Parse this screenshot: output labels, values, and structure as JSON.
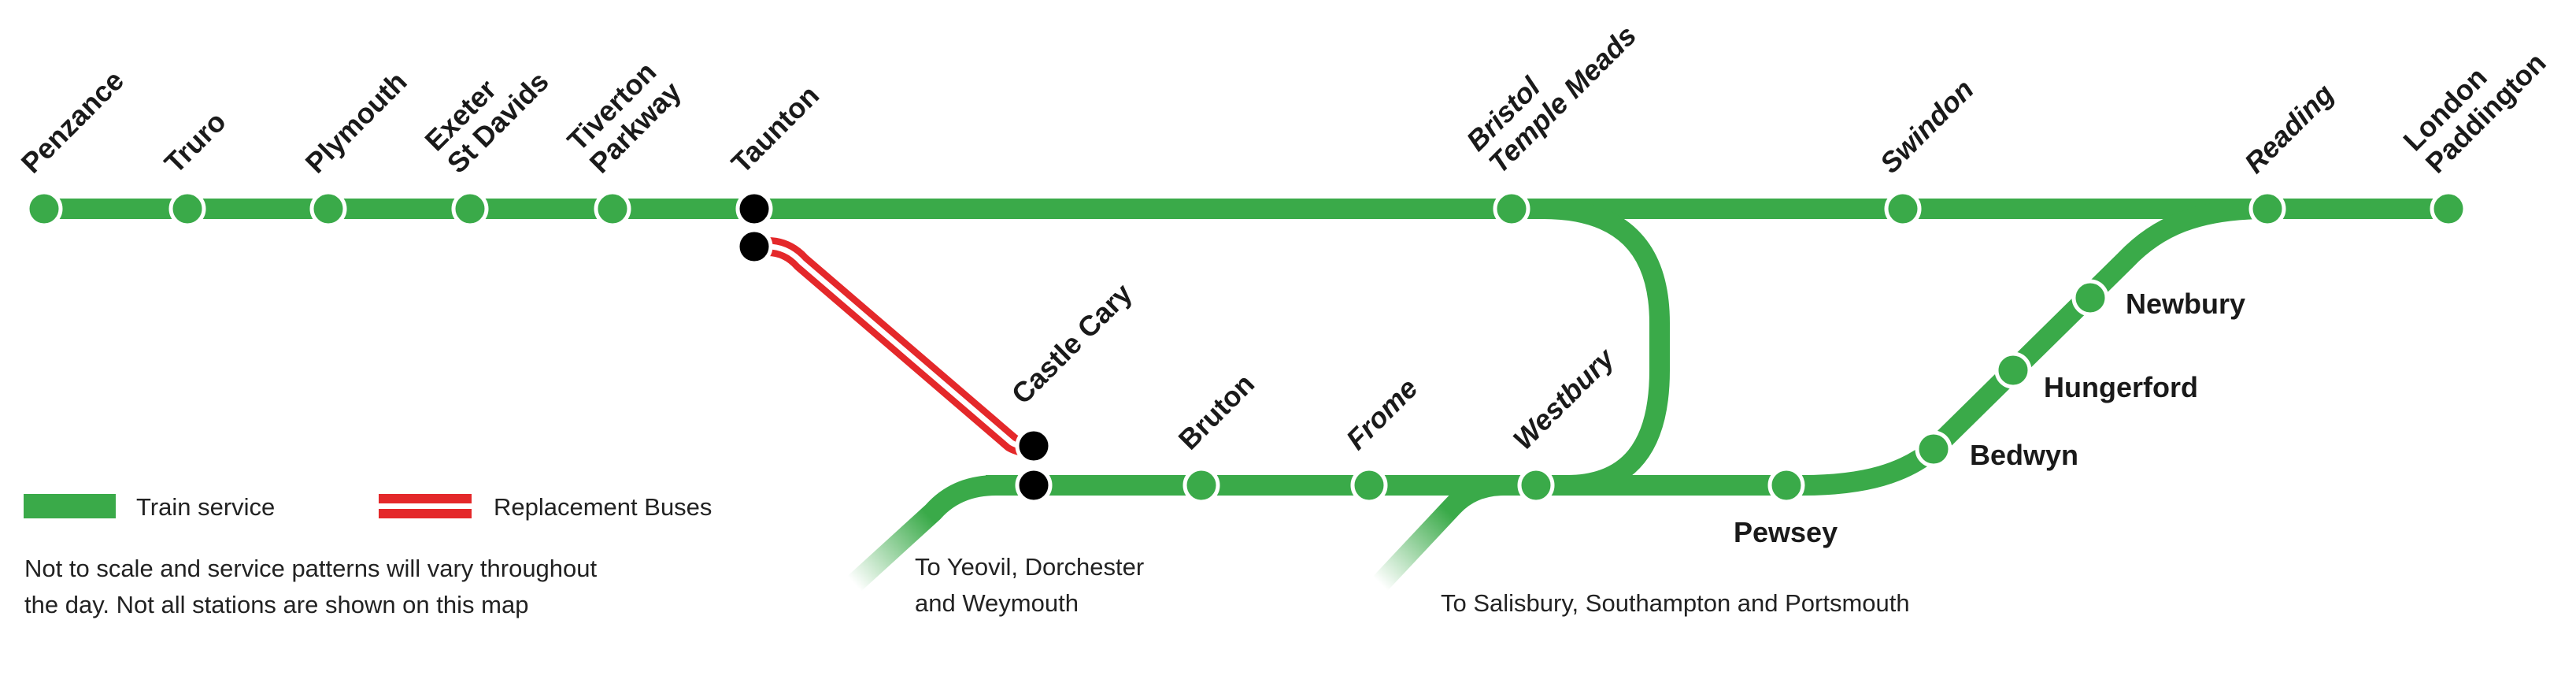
{
  "colors": {
    "train": "#3aaa49",
    "bus": "#e4282a",
    "interchange": "#000000"
  },
  "main_line": [
    "Penzance",
    "Truro",
    "Plymouth",
    [
      "Exeter",
      "St Davids"
    ],
    [
      "Tiverton",
      "Parkway"
    ],
    "Taunton",
    [
      "Bristol",
      "Temple Meads"
    ],
    "Swindon",
    "Reading",
    [
      "London",
      "Paddington"
    ]
  ],
  "lower_line": [
    "Castle Cary",
    "Bruton",
    "Frome",
    "Westbury",
    "Pewsey",
    "Bedwyn",
    "Hungerford",
    "Newbury"
  ],
  "branches": {
    "yeovil": [
      "To Yeovil, Dorchester",
      "and Weymouth"
    ],
    "salisbury": "To Salisbury, Southampton and Portsmouth"
  },
  "legend": {
    "train": "Train service",
    "bus": "Replacement Buses"
  },
  "note": [
    "Not to scale and service patterns will vary throughout",
    "the day. Not all stations are shown on this map"
  ]
}
